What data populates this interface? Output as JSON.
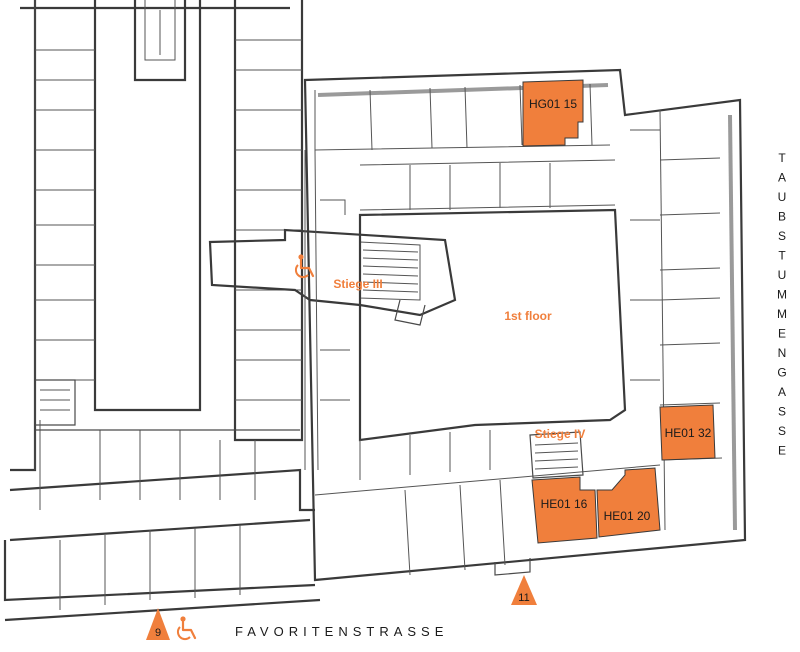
{
  "map": {
    "floor_label": "1st floor",
    "accent_color": "#f07f3c",
    "stairs": [
      {
        "id": "stiege-iii",
        "label": "Stiege III",
        "accessible": true
      },
      {
        "id": "stiege-iv",
        "label": "Stiege IV",
        "accessible": false
      }
    ],
    "rooms": [
      {
        "id": "hg01-15",
        "label": "HG01 15"
      },
      {
        "id": "he01-32",
        "label": "HE01 32"
      },
      {
        "id": "he01-16",
        "label": "HE01 16"
      },
      {
        "id": "he01-20",
        "label": "HE01 20"
      }
    ],
    "entrances": [
      {
        "id": "entrance-9",
        "label": "9",
        "accessible": true
      },
      {
        "id": "entrance-11",
        "label": "11",
        "accessible": false
      }
    ],
    "streets": {
      "bottom": "FAVORITENSTRASSE",
      "right_letters": [
        "T",
        "A",
        "U",
        "B",
        "S",
        "T",
        "U",
        "M",
        "M",
        "E",
        "N",
        "G",
        "A",
        "S",
        "S",
        "E"
      ]
    },
    "icons": {
      "wheelchair": "wheelchair-icon",
      "entrance": "triangle-entrance-icon"
    }
  }
}
